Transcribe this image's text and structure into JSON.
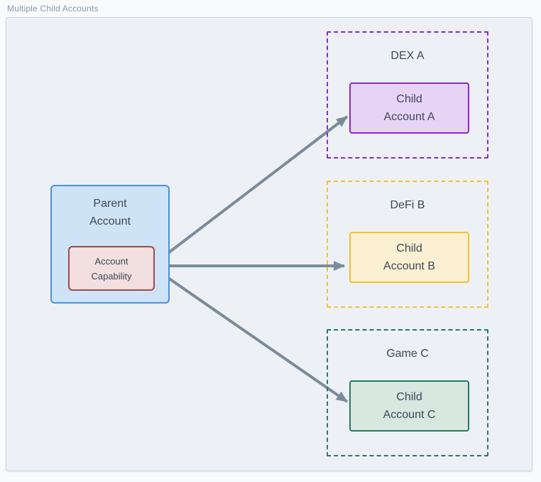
{
  "frame": {
    "title": "Multiple Child Accounts"
  },
  "parent": {
    "label_line1": "Parent",
    "label_line2": "Account",
    "capability_line1": "Account",
    "capability_line2": "Capability",
    "fill": "#cfe3f6",
    "border": "#4a90e2",
    "capability_fill": "#f2dfdf",
    "capability_border": "#9d4b4b"
  },
  "children": [
    {
      "group_label": "DEX A",
      "box_line1": "Child",
      "box_line2": "Account A",
      "accent": "#8c25d6",
      "box_fill": "#e7d3f6"
    },
    {
      "group_label": "DeFi B",
      "box_line1": "Child",
      "box_line2": "Account B",
      "accent": "#f2c230",
      "box_fill": "#fcf0d3"
    },
    {
      "group_label": "Game C",
      "box_line1": "Child",
      "box_line2": "Account C",
      "accent": "#26795f",
      "box_fill": "#d8e7df"
    }
  ],
  "colors": {
    "arrow": "#7b8b99",
    "text": "#3c4858",
    "frame_border": "#ccd5de",
    "frame_bg": "#edf1f5",
    "page_bg": "#f9fafb",
    "title_text": "#8a99ab"
  }
}
